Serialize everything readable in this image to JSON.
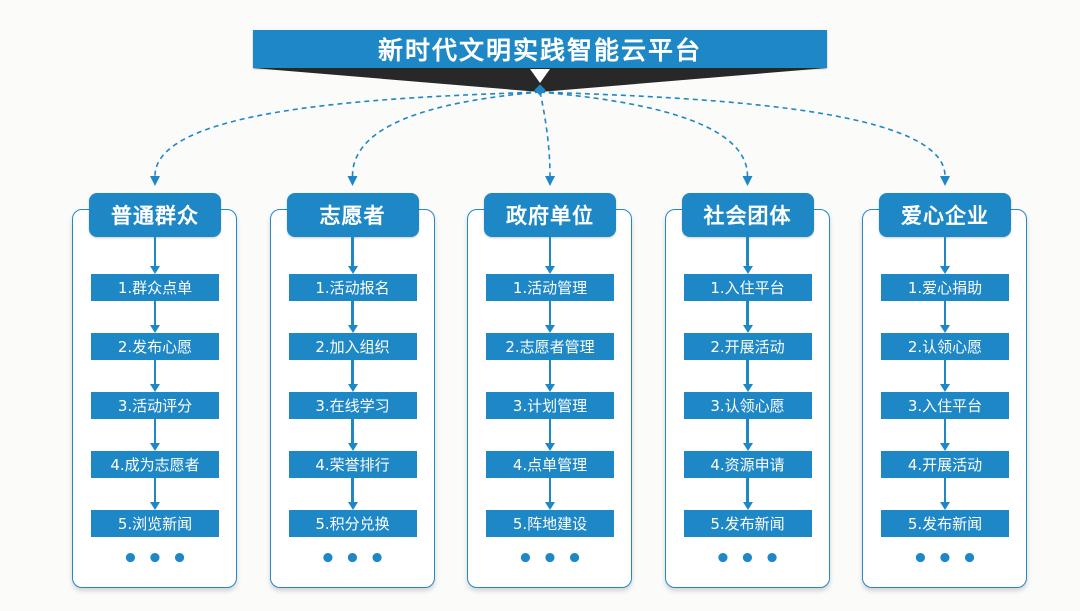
{
  "title": {
    "label": "新时代文明实践智能云平台"
  },
  "colors": {
    "primary_blue": "#1e87c6",
    "dark_tail": "#282828",
    "background": "#fbfbf9",
    "text_on_blue": "#ffffff"
  },
  "ellipsis": "•••",
  "columns": [
    {
      "header": "普通群众",
      "steps": [
        "1.群众点单",
        "2.发布心愿",
        "3.活动评分",
        "4.成为志愿者",
        "5.浏览新闻"
      ]
    },
    {
      "header": "志愿者",
      "steps": [
        "1.活动报名",
        "2.加入组织",
        "3.在线学习",
        "4.荣誉排行",
        "5.积分兑换"
      ]
    },
    {
      "header": "政府单位",
      "steps": [
        "1.活动管理",
        "2.志愿者管理",
        "3.计划管理",
        "4.点单管理",
        "5.阵地建设"
      ]
    },
    {
      "header": "社会团体",
      "steps": [
        "1.入住平台",
        "2.开展活动",
        "3.认领心愿",
        "4.资源申请",
        "5.发布新闻"
      ]
    },
    {
      "header": "爱心企业",
      "steps": [
        "1.爱心捐助",
        "2.认领心愿",
        "3.入住平台",
        "4.开展活动",
        "5.发布新闻"
      ]
    }
  ]
}
